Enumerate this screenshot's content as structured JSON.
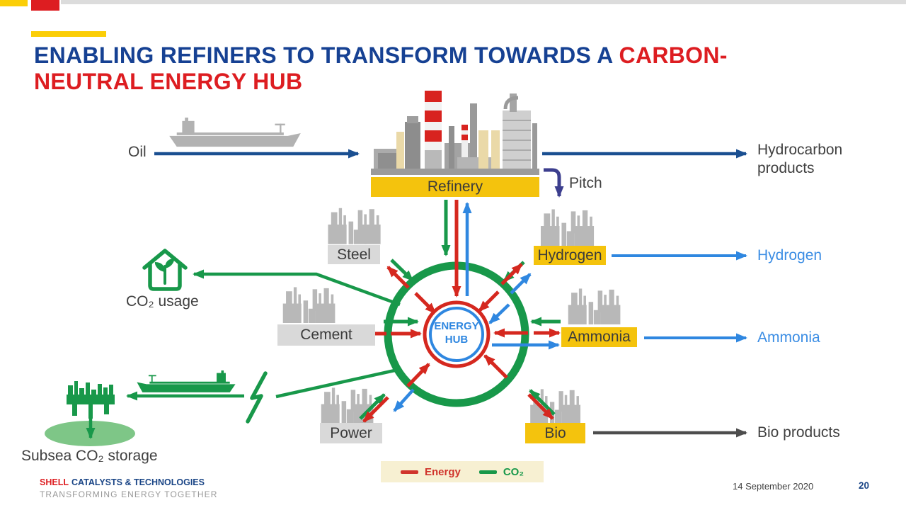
{
  "slide": {
    "title": {
      "line1_blue": "ENABLING REFINERS TO TRANSFORM TOWARDS A ",
      "line1_red": "CARBON-",
      "line2_red": "NEUTRAL ENERGY HUB"
    },
    "diagram": {
      "oil": "Oil",
      "refinery": "Refinery",
      "pitch": "Pitch",
      "hub_line1": "ENERGY",
      "hub_line2": "HUB",
      "satellites": {
        "steel": "Steel",
        "hydrogen": "Hydrogen",
        "cement": "Cement",
        "ammonia": "Ammonia",
        "power": "Power",
        "bio": "Bio"
      },
      "outputs": {
        "hydrocarbon": "Hydrocarbon products",
        "hydrogen": "Hydrogen",
        "ammonia": "Ammonia",
        "bio": "Bio products"
      },
      "co2_usage": "CO₂ usage",
      "subsea_storage": "Subsea CO₂ storage",
      "legend": {
        "energy": "Energy",
        "co2": "CO₂"
      }
    },
    "footer": {
      "brand_red": "SHELL",
      "brand_blue": "CATALYSTS & TECHNOLOGIES",
      "tagline": "TRANSFORMING ENERGY TOGETHER",
      "date": "14 September 2020",
      "page": "20"
    },
    "colors": {
      "shell_red": "#DD1D21",
      "shell_yellow": "#F4C30D",
      "title_blue": "#164193",
      "arrow_green": "#18984A",
      "arrow_red": "#D5281F",
      "arrow_blue": "#2F87E0",
      "arrow_navy": "#1A4F91",
      "pitch_navy": "#3C3E8E",
      "arrow_gray": "#4D4D4D",
      "label_gray_bg": "#D9D9D9",
      "legend_bg": "#F7F0D2",
      "storage_green": "#7EC687"
    }
  }
}
